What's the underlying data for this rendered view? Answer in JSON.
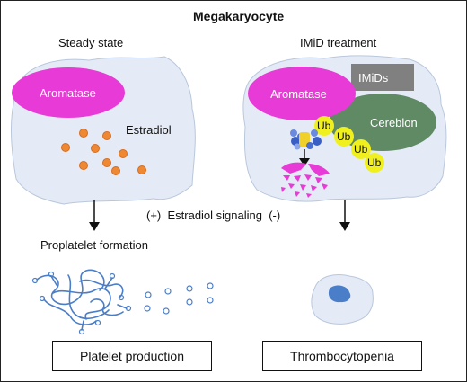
{
  "title": "Megakaryocyte",
  "left_panel": {
    "heading": "Steady state",
    "enzyme_label": "Aromatase",
    "hormone_label": "Estradiol",
    "outcome_step": "Proplatelet formation",
    "outcome": "Platelet production"
  },
  "right_panel": {
    "heading": "IMiD treatment",
    "drug_label": "IMiDs",
    "enzyme_label": "Aromatase",
    "ligase_label": "Cereblon",
    "ubiquitin_labels": [
      "Ub",
      "Ub",
      "Ub",
      "Ub"
    ],
    "outcome": "Thrombocytopenia"
  },
  "signaling_label": "(+)  Estradiol signaling  (-)",
  "colors": {
    "cell_fill": "#e4ebf6",
    "aromatase": "#e83ad6",
    "imids": "#808080",
    "cereblon": "#5f8a64",
    "ubiquitin": "#f0f01e",
    "estradiol": "#ee8833",
    "proteasome": "#4a6fd0",
    "platelet": "#4a7ec8"
  }
}
